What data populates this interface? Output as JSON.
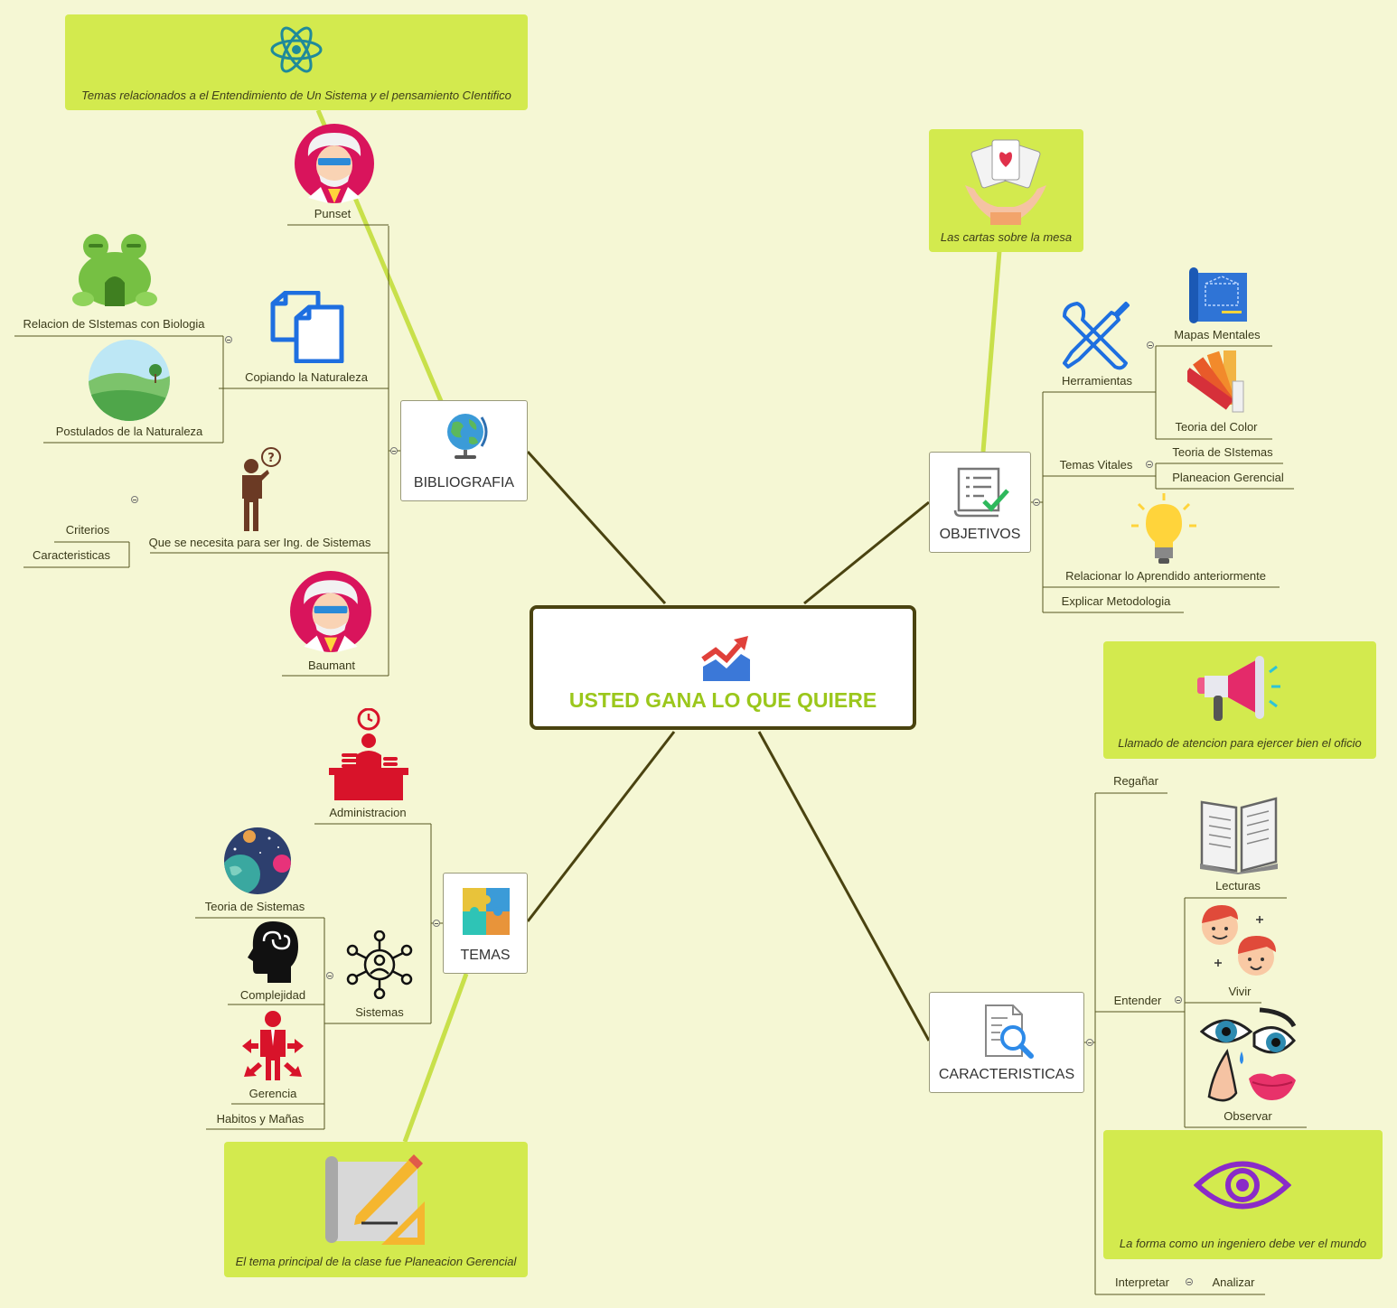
{
  "center": {
    "title": "USTED GANA LO QUE QUIERE"
  },
  "bibliografia": {
    "title": "BIBLIOGRAFIA",
    "callout": "Temas relacionados a el Entendimiento de Un Sistema y el pensamiento CIentifico",
    "items": {
      "punset": "Punset",
      "copiando": "Copiando la Naturaleza",
      "relacion": "Relacion de SIstemas con Biologia",
      "postulados": "Postulados de la Naturaleza",
      "que_se_necesita": "Que se necesita para ser Ing. de Sistemas",
      "criterios": "Criterios",
      "caracteristicas": "Caracteristicas",
      "baumant": "Baumant"
    }
  },
  "objetivos": {
    "title": "OBJETIVOS",
    "callout": "Las cartas sobre la mesa",
    "items": {
      "herramientas": "Herramientas",
      "mapas": "Mapas Mentales",
      "teoria_color": "Teoria del Color",
      "temas_vitales": "Temas Vitales",
      "teoria_sistemas": "Teoria de SIstemas",
      "planeacion": "Planeacion Gerencial",
      "relacionar": "Relacionar lo Aprendido anteriormente",
      "explicar": "Explicar Metodologia"
    }
  },
  "temas": {
    "title": "TEMAS",
    "callout": "El tema principal de la clase fue Planeacion Gerencial",
    "items": {
      "administracion": "Administracion",
      "teoria_sistemas": "Teoria de Sistemas",
      "sistemas": "Sistemas",
      "complejidad": "Complejidad",
      "gerencia": "Gerencia",
      "habitos": "Habitos y Mañas"
    }
  },
  "caracteristicas": {
    "title": "CARACTERISTICAS",
    "callout_top": "Llamado de atencion para ejercer bien el oficio",
    "callout_bottom": "La forma como un ingeniero debe ver el mundo",
    "items": {
      "reganar": "Regañar",
      "lecturas": "Lecturas",
      "entender": "Entender",
      "vivir": "Vivir",
      "observar": "Observar",
      "interpretar": "Interpretar",
      "analizar": "Analizar"
    }
  },
  "colors": {
    "background": "#f5f7d4",
    "callout": "#d3ea4e",
    "center_border": "#4a4310",
    "center_title": "#9bc71c"
  }
}
